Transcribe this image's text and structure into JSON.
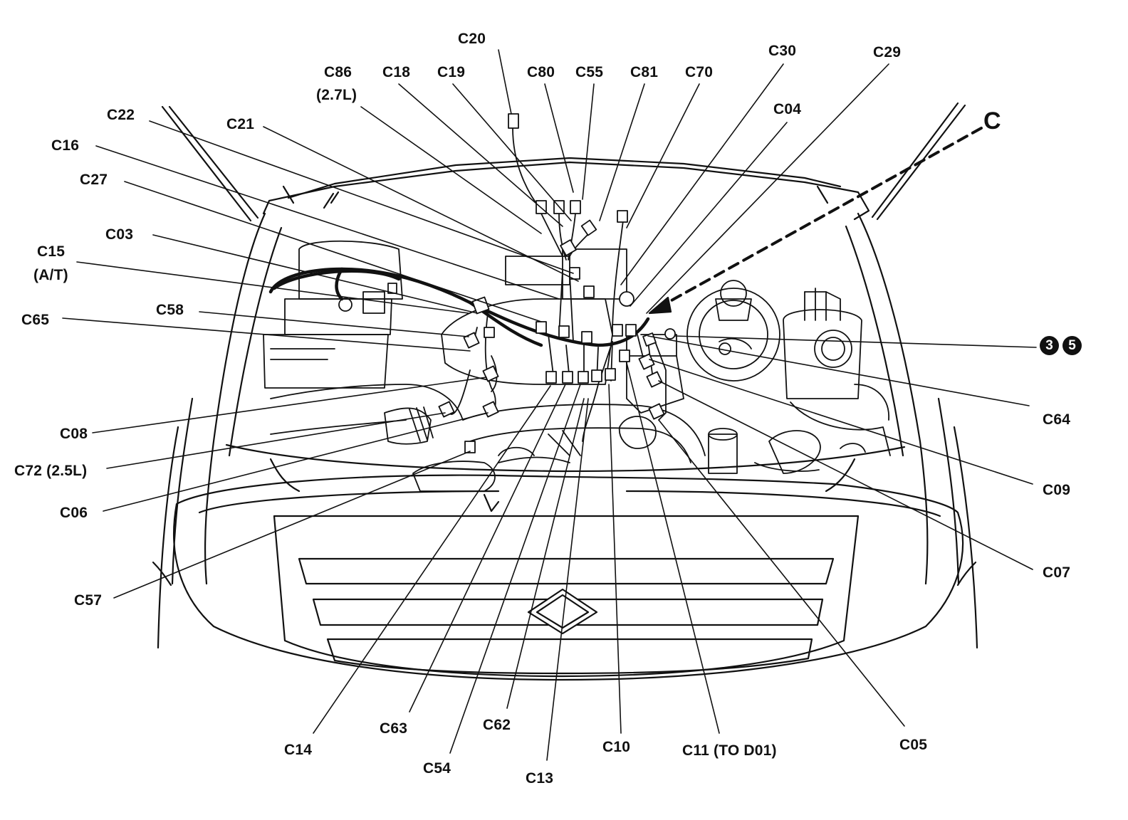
{
  "colors": {
    "ink": "#111111",
    "background": "#ffffff"
  },
  "labels": {
    "c20": "C20",
    "c86": "C86",
    "c86_note": "(2.7L)",
    "c18": "C18",
    "c19": "C19",
    "c80": "C80",
    "c55": "C55",
    "c81": "C81",
    "c70": "C70",
    "c30": "C30",
    "c29": "C29",
    "c04": "C04",
    "c": "C",
    "c22": "C22",
    "c21": "C21",
    "c16": "C16",
    "c27": "C27",
    "c03": "C03",
    "c15": "C15",
    "c15_note": "(A/T)",
    "c58": "C58",
    "c65": "C65",
    "c64": "C64",
    "c09": "C09",
    "c07": "C07",
    "c05": "C05",
    "c08": "C08",
    "c72": "C72 (2.5L)",
    "c06": "C06",
    "c57": "C57",
    "c14": "C14",
    "c63": "C63",
    "c54": "C54",
    "c62": "C62",
    "c13": "C13",
    "c10": "C10",
    "c11": "C11 (TO D01)"
  },
  "badges": [
    "3",
    "5"
  ]
}
